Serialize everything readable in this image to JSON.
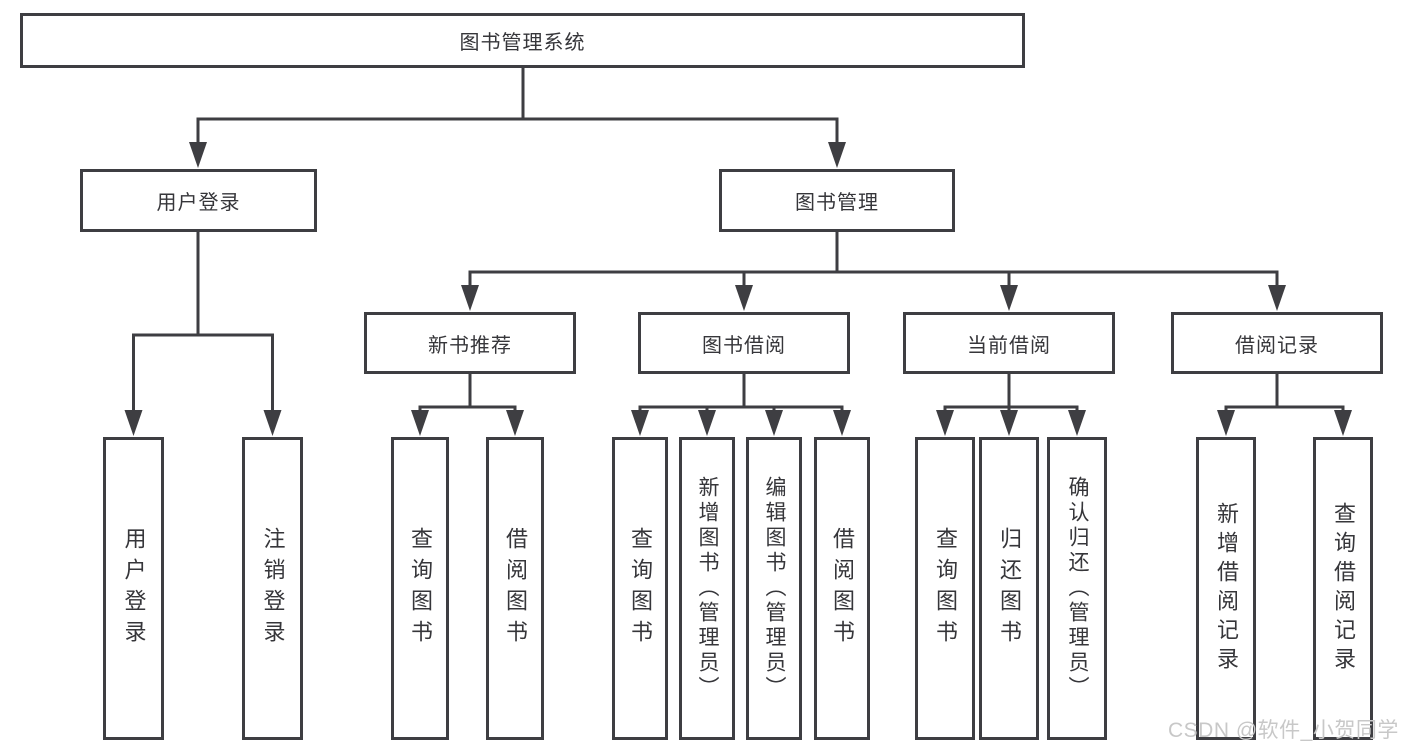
{
  "tree": {
    "label": "图书管理系统",
    "children": [
      {
        "label": "用户登录",
        "children": [
          {
            "label": "用户登录"
          },
          {
            "label": "注销登录"
          }
        ]
      },
      {
        "label": "图书管理",
        "children": [
          {
            "label": "新书推荐",
            "children": [
              {
                "label": "查询图书"
              },
              {
                "label": "借阅图书"
              }
            ]
          },
          {
            "label": "图书借阅",
            "children": [
              {
                "label": "查询图书"
              },
              {
                "label": "新增图书（管理员）"
              },
              {
                "label": "编辑图书（管理员）"
              },
              {
                "label": "借阅图书"
              }
            ]
          },
          {
            "label": "当前借阅",
            "children": [
              {
                "label": "查询图书"
              },
              {
                "label": "归还图书"
              },
              {
                "label": "确认归还（管理员）"
              }
            ]
          },
          {
            "label": "借阅记录",
            "children": [
              {
                "label": "新增借阅记录"
              },
              {
                "label": "查询借阅记录"
              }
            ]
          }
        ]
      }
    ]
  },
  "watermark": "CSDN @软件_小贺同学",
  "colors": {
    "line": "#3e3e42",
    "box_border": "#3e3e42",
    "text": "#36363a",
    "background": "#ffffff",
    "watermark_text": "#c8c8c8"
  }
}
